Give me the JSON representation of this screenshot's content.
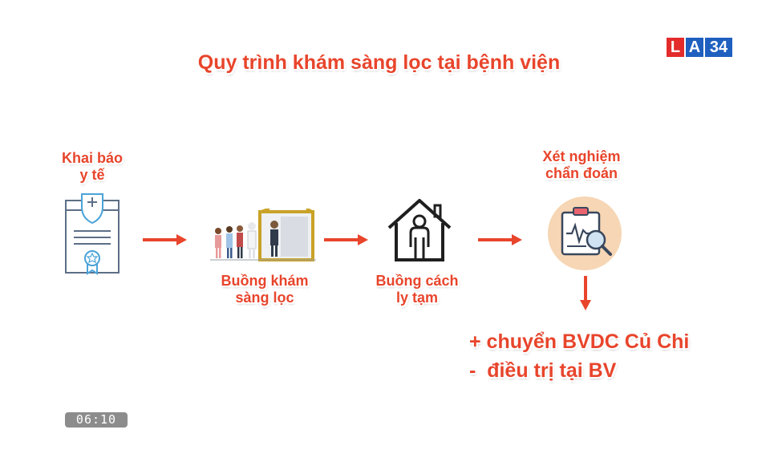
{
  "title": "Quy trình khám sàng lọc tại bệnh viện",
  "logo": {
    "part1": "L",
    "part2": "A",
    "part3": "34"
  },
  "clock": "06:10",
  "steps": [
    {
      "line1": "Khai báo",
      "line2": "y tế",
      "icon": "medical-declaration-document-icon"
    },
    {
      "line1": "Buồng khám",
      "line2": "sàng lọc",
      "icon": "screening-booth-icon"
    },
    {
      "line1": "Buồng cách",
      "line2": "ly tạm",
      "icon": "isolation-house-icon"
    },
    {
      "line1": "Xét nghiệm",
      "line2": "chẩn đoán",
      "icon": "diagnostic-test-clipboard-icon"
    }
  ],
  "outcomes": [
    "+ chuyển BVDC Củ Chi",
    "-  điều trị tại BV"
  ],
  "colors": {
    "accent": "#e8452c",
    "icon_stroke": "#5d6f86",
    "shield": "#4aa3d8"
  }
}
